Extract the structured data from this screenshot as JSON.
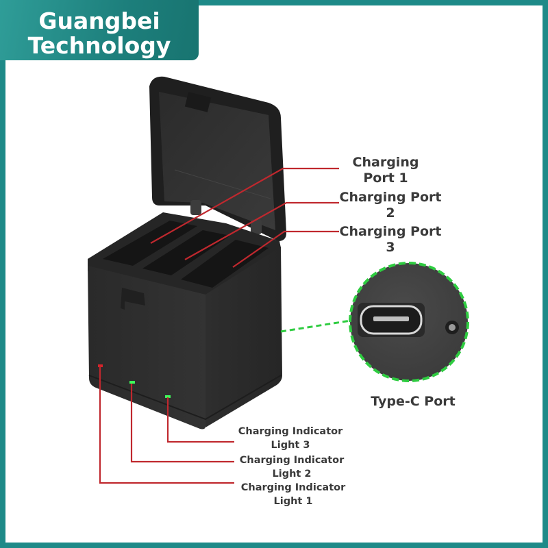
{
  "brand": {
    "line1": "Guangbei",
    "line2": "Technology"
  },
  "colors": {
    "frame": "#1e8a88",
    "brand_bg": "#1d7f7c",
    "leader_line": "#c0282e",
    "dashed_highlight": "#2ecc40",
    "product_body": "#2f2f2f",
    "text": "#3a3a3a",
    "led_green": "#3dff5a",
    "led_red": "#d8232a"
  },
  "callouts": {
    "port1": {
      "line1": "Charging",
      "line2": "Port 1"
    },
    "port2": {
      "line1": "Charging Port",
      "line2": "2"
    },
    "port3": {
      "line1": "Charging Port",
      "line2": "3"
    },
    "typec": {
      "label": "Type-C Port"
    },
    "light3": {
      "line1": "Charging Indicator",
      "line2": "Light 3"
    },
    "light2": {
      "line1": "Charging Indicator",
      "line2": "Light 2"
    },
    "light1": {
      "line1": "Charging Indicator",
      "line2": "Light 1"
    }
  }
}
